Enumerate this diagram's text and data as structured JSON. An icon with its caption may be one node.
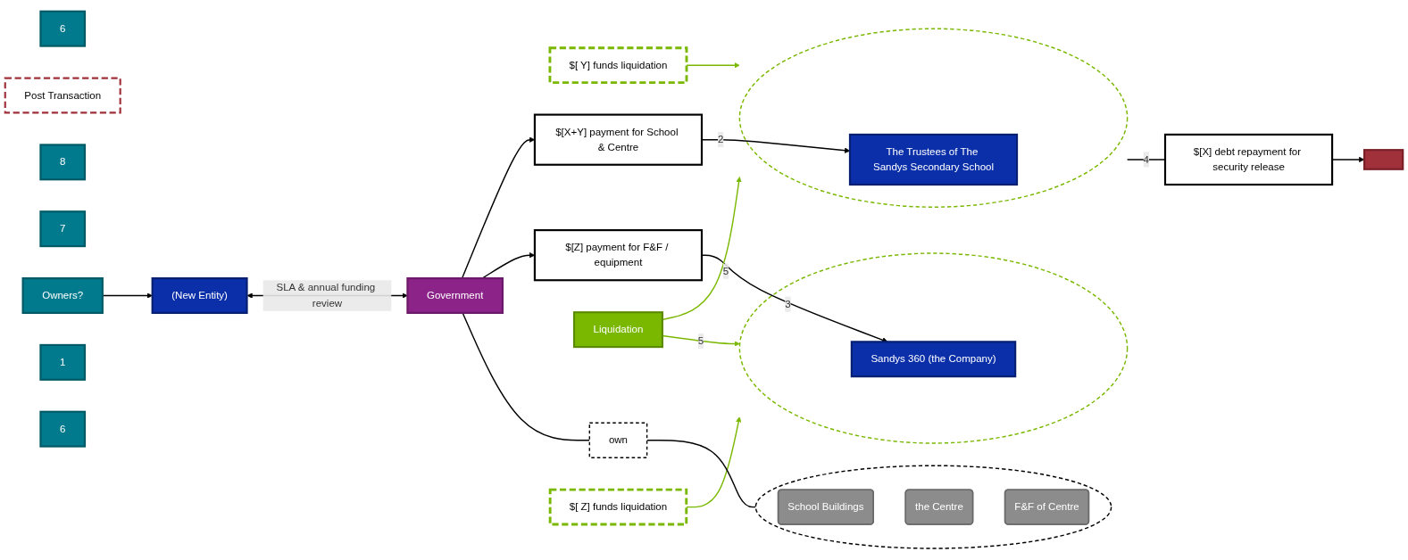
{
  "diagram": {
    "nodes": [
      {
        "text": [
          "6"
        ]
      },
      {
        "text": [
          "$[ Y] funds liquidation"
        ]
      },
      {
        "text": [
          "$[X] debt repayment for security release"
        ]
      },
      {
        "text": [],
        "shape": "box"
      },
      {
        "text": [
          "Post Transaction"
        ]
      },
      {
        "text": [],
        "shape": "circle"
      },
      {
        "text": [
          "School Buildings"
        ],
        "in": 5
      },
      {
        "text": [
          "the Centre"
        ],
        "in": 5
      },
      {
        "text": [
          "F&F of Centre"
        ],
        "in": 5
      },
      {
        "text": [],
        "shape": "circle"
      },
      {
        "text": [
          "The Trustees of The Sandys Secondary School"
        ],
        "in": 9
      },
      {
        "text": [
          "$[X+Y] payment for School & Centre"
        ]
      },
      {
        "text": [
          "own"
        ]
      },
      {
        "text": [
          "8"
        ]
      },
      {
        "text": [
          "Liquidation"
        ]
      },
      {
        "text": [
          "$[Z] payment for F&F / equipment"
        ]
      },
      {
        "text": [
          "Government"
        ]
      },
      {
        "text": [
          "7"
        ]
      },
      {
        "text": [
          "Owners?"
        ]
      },
      {
        "text": [],
        "shape": "circle"
      },
      {
        "text": [
          "Sandys 360 (the Company)"
        ],
        "in": 19
      },
      {
        "text": [
          "1"
        ]
      },
      {
        "text": [
          "(New Entity)"
        ]
      },
      {
        "text": [
          "6"
        ]
      },
      {
        "text": [
          "$[ Z] funds liquidation"
        ]
      }
    ],
    "edges": [
      {
        "from": 1,
        "to": 9,
        "arrow": "to",
        "color": "#7ab800"
      },
      {
        "from": 14,
        "to": 9,
        "arrow": "to",
        "label": "5",
        "color": "#7ab800"
      },
      {
        "from": 14,
        "to": 19,
        "arrow": "to",
        "label": "5",
        "color": "#7ab800"
      },
      {
        "from": 24,
        "to": 19,
        "arrow": "to",
        "color": "#7ab800"
      },
      {
        "from": 9,
        "to": 2,
        "arrow": "none",
        "label": "4"
      },
      {
        "from": 2,
        "to": 3,
        "arrow": "to"
      },
      {
        "from": 11,
        "to": 10,
        "arrow": "to",
        "label": "2"
      },
      {
        "from": 16,
        "to": 11,
        "arrow": "to"
      },
      {
        "from": 16,
        "to": 15,
        "arrow": "to"
      },
      {
        "from": 15,
        "to": 20,
        "arrow": "to",
        "label": "3"
      },
      {
        "from": 12,
        "to": 5,
        "arrow": "none"
      },
      {
        "from": 16,
        "to": 12,
        "arrow": "none"
      },
      {
        "from": 22,
        "to": 16,
        "arrow": "both",
        "label": "SLA & annual funding review"
      },
      {
        "from": 18,
        "to": 22,
        "arrow": "to"
      }
    ]
  }
}
